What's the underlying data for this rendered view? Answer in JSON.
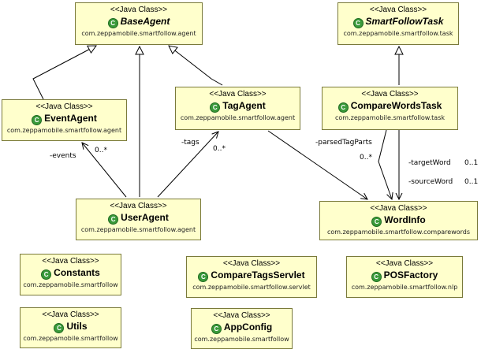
{
  "stereotype": "<<Java Class>>",
  "classes": {
    "base_agent": {
      "name": "BaseAgent",
      "package": "com.zeppamobile.smartfollow.agent",
      "icon": "abstract-class-icon"
    },
    "smart_follow_task": {
      "name": "SmartFollowTask",
      "package": "com.zeppamobile.smartfollow.task",
      "icon": "abstract-class-icon"
    },
    "event_agent": {
      "name": "EventAgent",
      "package": "com.zeppamobile.smartfollow.agent",
      "icon": "class-icon"
    },
    "tag_agent": {
      "name": "TagAgent",
      "package": "com.zeppamobile.smartfollow.agent",
      "icon": "class-icon"
    },
    "compare_words_task": {
      "name": "CompareWordsTask",
      "package": "com.zeppamobile.smartfollow.task",
      "icon": "class-icon"
    },
    "user_agent": {
      "name": "UserAgent",
      "package": "com.zeppamobile.smartfollow.agent",
      "icon": "class-icon"
    },
    "word_info": {
      "name": "WordInfo",
      "package": "com.zeppamobile.smartfollow.comparewords",
      "icon": "class-icon"
    },
    "constants": {
      "name": "Constants",
      "package": "com.zeppamobile.smartfollow",
      "icon": "class-icon"
    },
    "compare_tags_servlet": {
      "name": "CompareTagsServlet",
      "package": "com.zeppamobile.smartfollow.servlet",
      "icon": "class-icon"
    },
    "pos_factory": {
      "name": "POSFactory",
      "package": "com.zeppamobile.smartfollow.nlp",
      "icon": "class-icon"
    },
    "utils": {
      "name": "Utils",
      "package": "com.zeppamobile.smartfollow",
      "icon": "class-icon"
    },
    "app_config": {
      "name": "AppConfig",
      "package": "com.zeppamobile.smartfollow",
      "icon": "class-icon"
    }
  },
  "associations": {
    "events": {
      "role": "-events",
      "multiplicity": "0..*"
    },
    "tags": {
      "role": "-tags",
      "multiplicity": "0..*"
    },
    "parsed_tag_parts": {
      "role": "-parsedTagParts",
      "multiplicity": "0..*"
    },
    "target_word": {
      "role": "-targetWord",
      "multiplicity": "0..1"
    },
    "source_word": {
      "role": "-sourceWord",
      "multiplicity": "0..1"
    }
  },
  "colors": {
    "class_fill": "#ffffcc",
    "class_border": "#7a7a3a",
    "icon_green": "#3a9a3a",
    "line": "#000000"
  }
}
